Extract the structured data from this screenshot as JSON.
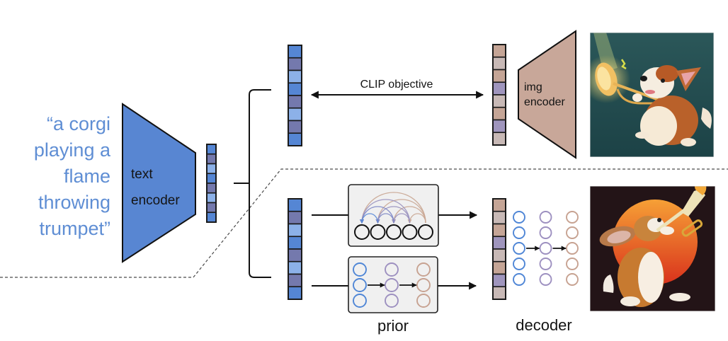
{
  "prompt": {
    "lines": [
      "“a corgi",
      "playing a",
      "flame",
      "throwing",
      "trumpet”"
    ]
  },
  "text_encoder": {
    "line1": "text",
    "line2": "encoder"
  },
  "img_encoder": {
    "line1": "img",
    "line2": "encoder"
  },
  "clip": {
    "label": "CLIP objective"
  },
  "prior": {
    "label": "prior",
    "autoregressive": {
      "tokens": 5
    },
    "diffusion": {
      "columns": 3,
      "rows": 3
    }
  },
  "decoder": {
    "label": "decoder",
    "columns": 3,
    "rows": 5
  },
  "colors": {
    "text_blue": "#5f8ed4",
    "text_encoder_fill": "#5886d2",
    "img_encoder_fill": "#c8a799",
    "prior_box_fill": "#f0f0f0",
    "stage_colors": [
      "#4f86d6",
      "#9d90c0",
      "#c7a291"
    ],
    "attention_arc_colors": [
      "#5a8ad8",
      "#7f88c6",
      "#9a92bf",
      "#caa793"
    ]
  },
  "vectors": {
    "text_embedding_cells": [
      "#5586d4",
      "#7479ad",
      "#8cb1e8",
      "#5586d4",
      "#7479ad",
      "#8cb1e8",
      "#7479ad",
      "#5586d4"
    ],
    "image_embedding_cells": [
      "#c5a596",
      "#c8b9b6",
      "#c5a596",
      "#9f95bd",
      "#c8b9b6",
      "#c5a596",
      "#9f95bd",
      "#c8b9b6"
    ]
  }
}
